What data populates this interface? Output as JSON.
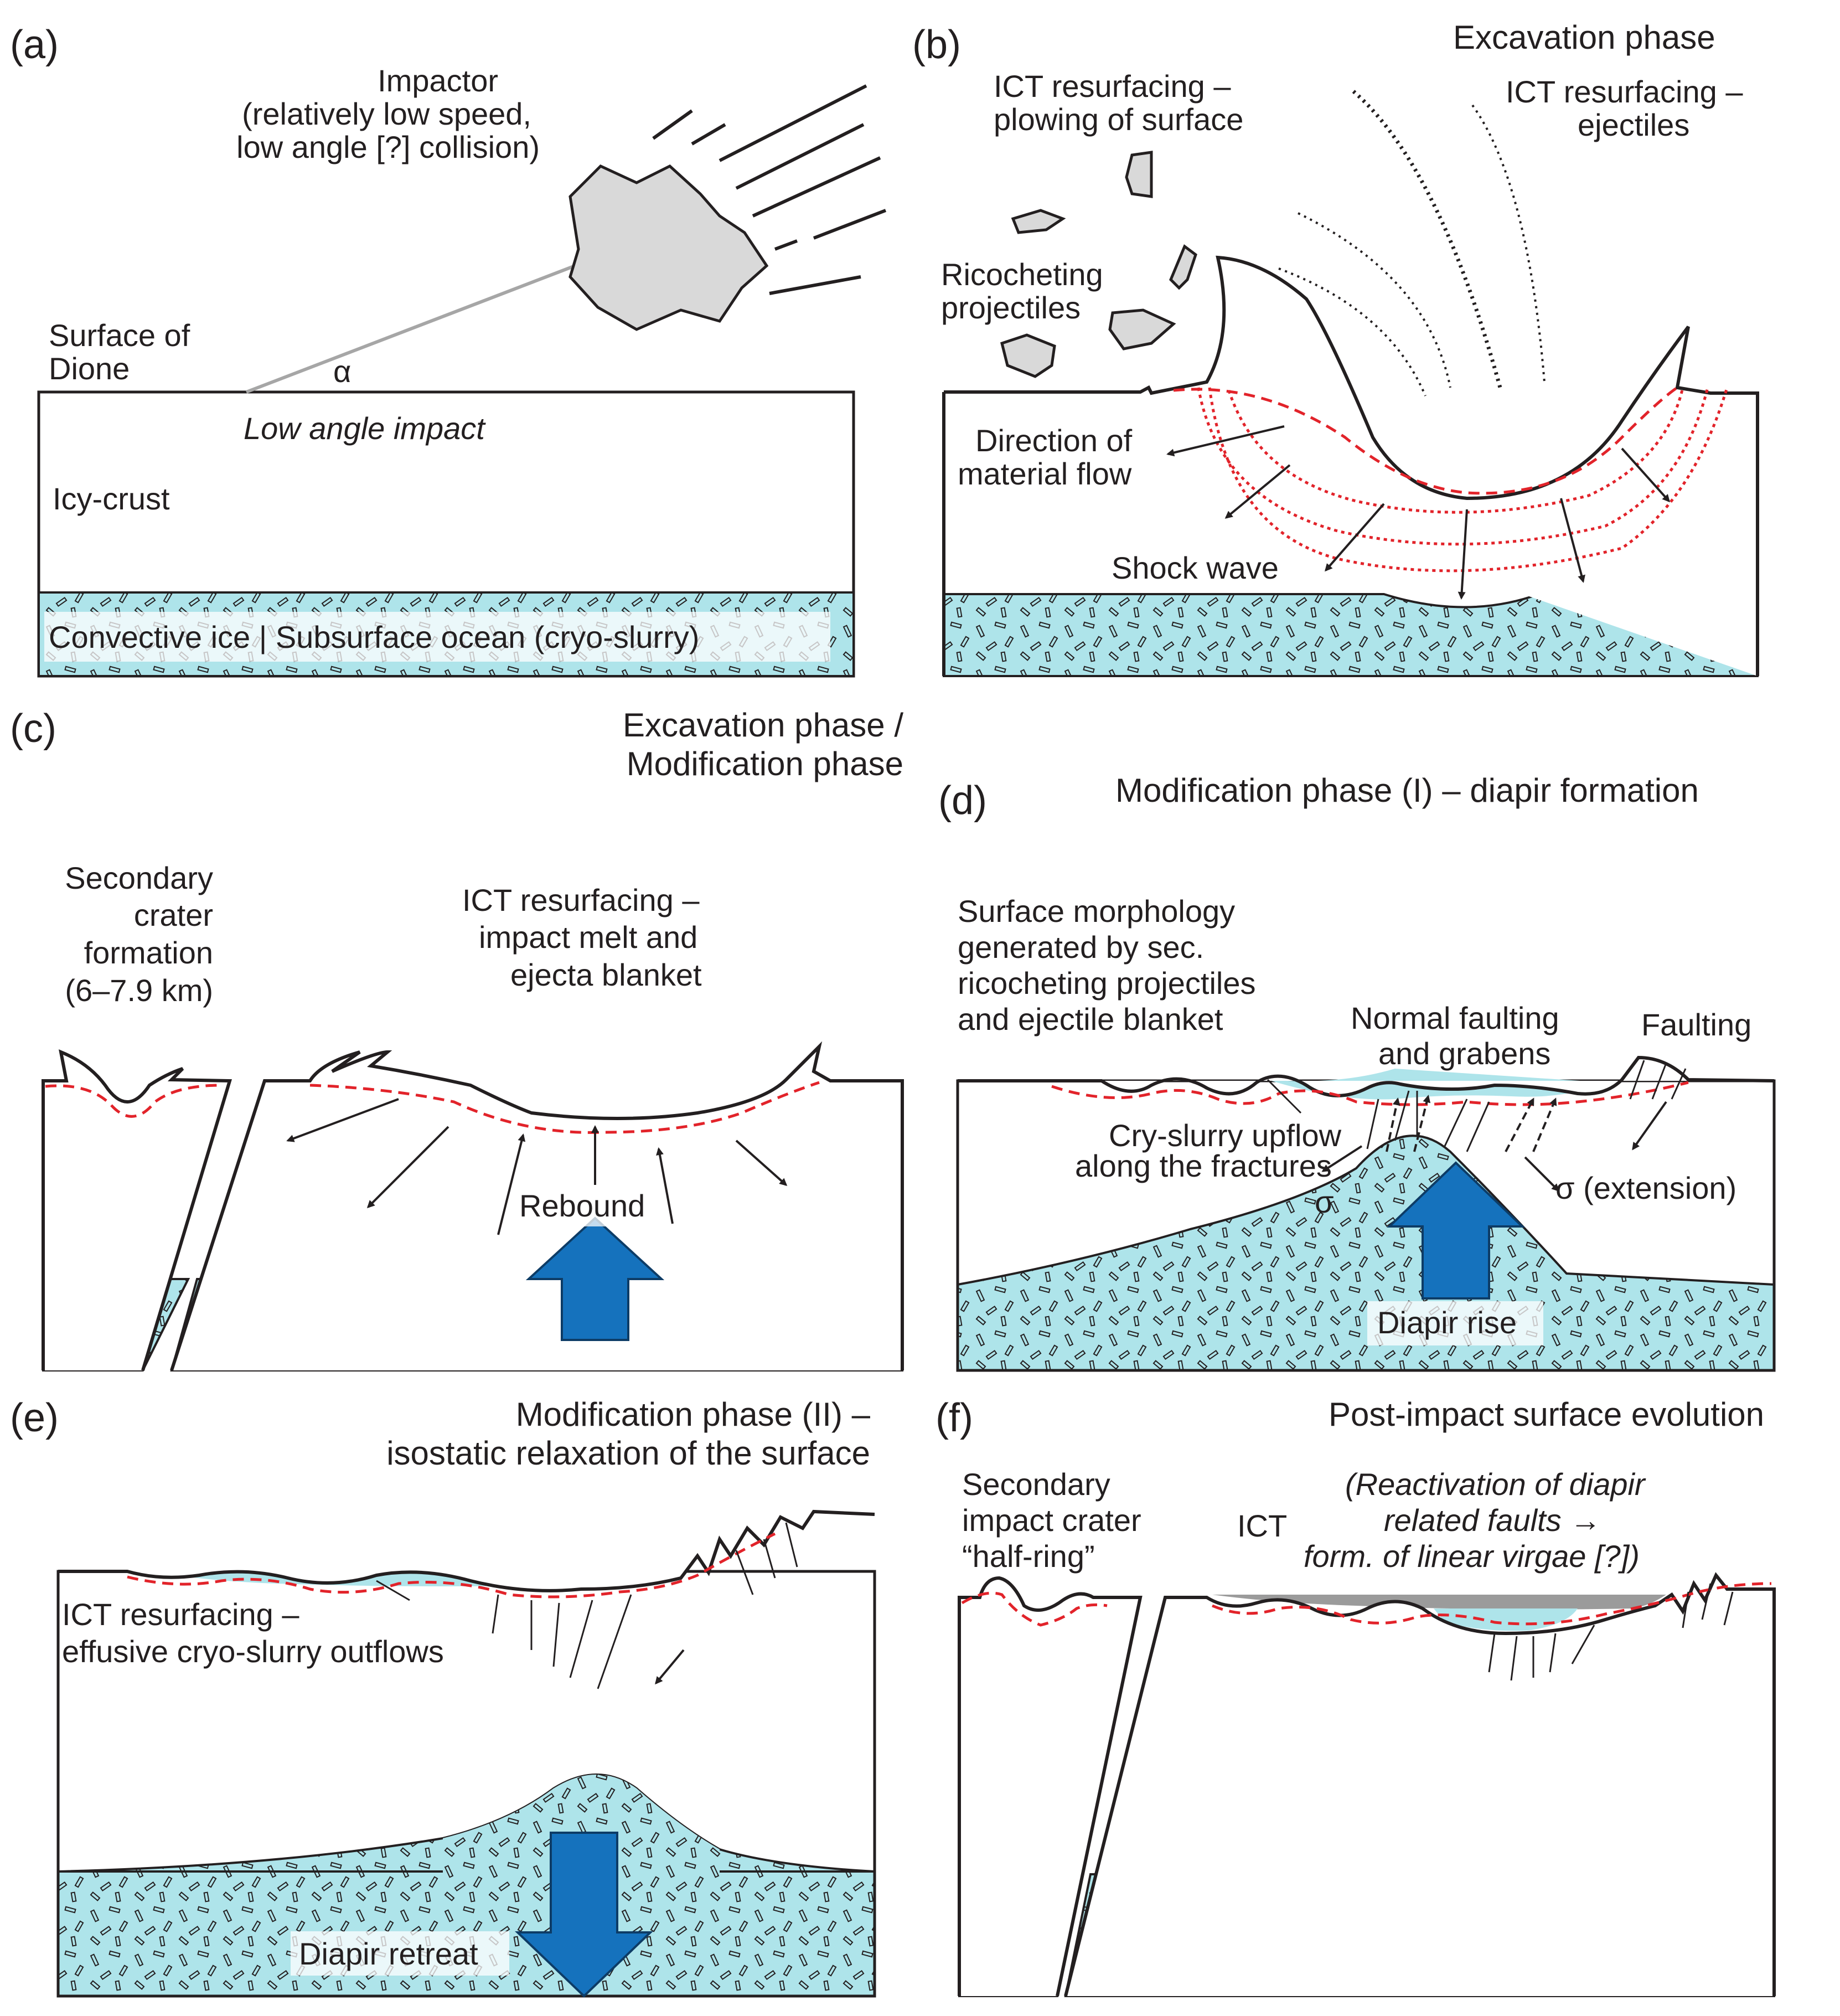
{
  "panels": {
    "a": {
      "label": "(a)",
      "impactor": [
        "Impactor",
        "(relatively low speed,",
        "low angle [?] collision)"
      ],
      "surface": [
        "Surface of",
        "Dione"
      ],
      "alpha": "α",
      "low_angle": "Low angle impact",
      "crust": "Icy-crust",
      "bottom": "Convective ice | Subsurface ocean (cryo-slurry)"
    },
    "b": {
      "label": "(b)",
      "title": "Excavation phase",
      "plowing": [
        "ICT resurfacing –",
        "plowing of surface"
      ],
      "ejectiles": [
        "ICT resurfacing –",
        "ejectiles"
      ],
      "ricochet": [
        "Ricocheting",
        "projectiles"
      ],
      "flow": [
        "Direction of",
        "material flow"
      ],
      "shock": "Shock wave"
    },
    "c": {
      "label": "(c)",
      "title": [
        "Excavation phase /",
        "Modification phase"
      ],
      "secondary": [
        "Secondary",
        "crater",
        "formation",
        "(6–7.9 km)"
      ],
      "melt": [
        "ICT resurfacing –",
        "impact melt and",
        "ejecta blanket"
      ],
      "rebound": "Rebound"
    },
    "d": {
      "label": "(d)",
      "title": "Modification phase (I) – diapir formation",
      "morph": [
        "Surface morphology",
        "generated by sec.",
        "ricocheting projectiles",
        "and ejectile blanket"
      ],
      "normal": [
        "Normal faulting",
        "and grabens"
      ],
      "faulting": "Faulting",
      "upflow": [
        "Cry-slurry upflow",
        "along the fractures"
      ],
      "sigma": "σ",
      "sigma_ext": "σ (extension)",
      "diapir": "Diapir rise"
    },
    "e": {
      "label": "(e)",
      "title": [
        "Modification phase (II) –",
        "isostatic relaxation of the surface"
      ],
      "outflow": [
        "ICT resurfacing –",
        "effusive cryo-slurry outflows"
      ],
      "diapir": "Diapir retreat"
    },
    "f": {
      "label": "(f)",
      "title": "Post-impact surface evolution",
      "ict": "ICT",
      "secondary": [
        "Secondary",
        "impact crater",
        "“half-ring”"
      ],
      "reactivation": [
        "(Reactivation of diapir",
        "related faults →",
        "form. of linear virgae [?])"
      ]
    }
  },
  "colors": {
    "ice": "#aee4ea",
    "accent_red": "#e2232a",
    "arrow_blue": "#1572bd",
    "rock": "#d9d9d9",
    "outline": "#231f20"
  }
}
